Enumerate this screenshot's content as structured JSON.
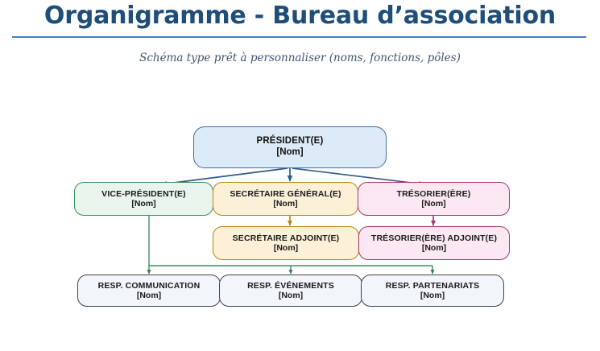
{
  "header": {
    "title": "Organigramme - Bureau d’association",
    "subtitle": "Schéma type prêt à personnaliser (noms, fonctions, pôles)",
    "title_color": "#1f4e79",
    "rule_color": "#4a7ebb",
    "subtitle_color": "#41546e"
  },
  "chart_data": {
    "type": "diagram",
    "title": "Organigramme - Bureau d’association",
    "placeholder_name": "[Nom]",
    "levels": [
      {
        "level": 1,
        "nodes": [
          {
            "id": "president",
            "role": "PRÉSIDENT(E)",
            "name": "[Nom]",
            "fill": "#ddeaf7",
            "border": "#3f6f9f"
          }
        ]
      },
      {
        "level": 2,
        "nodes": [
          {
            "id": "vice-president",
            "role": "VICE-PRÉSIDENT(E)",
            "name": "[Nom]",
            "fill": "#e9f4ec",
            "border": "#3a8f5e"
          },
          {
            "id": "secretaire-general",
            "role": "SECRÉTAIRE GÉNÉRAL(E)",
            "name": "[Nom]",
            "fill": "#fdf0d8",
            "border": "#b8860b"
          },
          {
            "id": "tresorier",
            "role": "TRÉSORIER(ÈRE)",
            "name": "[Nom]",
            "fill": "#fbe8f2",
            "border": "#a8336c"
          }
        ]
      },
      {
        "level": 3,
        "nodes": [
          {
            "id": "secretaire-adjoint",
            "role": "SECRÉTAIRE ADJOINT(E)",
            "name": "[Nom]",
            "fill": "#fdf0d8",
            "border": "#b8860b"
          },
          {
            "id": "tresorier-adjoint",
            "role": "TRÉSORIER(ÈRE) ADJOINT(E)",
            "name": "[Nom]",
            "fill": "#fbe8f2",
            "border": "#a8336c"
          }
        ]
      },
      {
        "level": 4,
        "nodes": [
          {
            "id": "resp-communication",
            "role": "RESP. COMMUNICATION",
            "name": "[Nom]",
            "fill": "#f2f5fa",
            "border": "#3c4450"
          },
          {
            "id": "resp-evenements",
            "role": "RESP. ÉVÉNEMENTS",
            "name": "[Nom]",
            "fill": "#f2f5fa",
            "border": "#3c4450"
          },
          {
            "id": "resp-partenariats",
            "role": "RESP. PARTENARIATS",
            "name": "[Nom]",
            "fill": "#f2f5fa",
            "border": "#3c4450"
          }
        ]
      }
    ],
    "edges": [
      {
        "from": "president",
        "to": "vice-president",
        "color": "#2e5a8a",
        "style": "diagonal-arrow"
      },
      {
        "from": "president",
        "to": "secretaire-general",
        "color": "#2e5a8a",
        "style": "vertical-arrow"
      },
      {
        "from": "president",
        "to": "tresorier",
        "color": "#2e5a8a",
        "style": "diagonal-arrow"
      },
      {
        "from": "secretaire-general",
        "to": "secretaire-adjoint",
        "color": "#b8860b",
        "style": "vertical-arrow"
      },
      {
        "from": "tresorier",
        "to": "tresorier-adjoint",
        "color": "#a8336c",
        "style": "vertical-arrow"
      },
      {
        "from": "vice-president",
        "to": "resp-communication",
        "color": "#3a8f5e",
        "style": "elbow-bus-arrow"
      },
      {
        "from": "vice-president",
        "to": "resp-evenements",
        "color": "#3a8f5e",
        "style": "elbow-bus-arrow"
      },
      {
        "from": "vice-president",
        "to": "resp-partenariats",
        "color": "#3a8f5e",
        "style": "elbow-bus-arrow"
      }
    ]
  }
}
